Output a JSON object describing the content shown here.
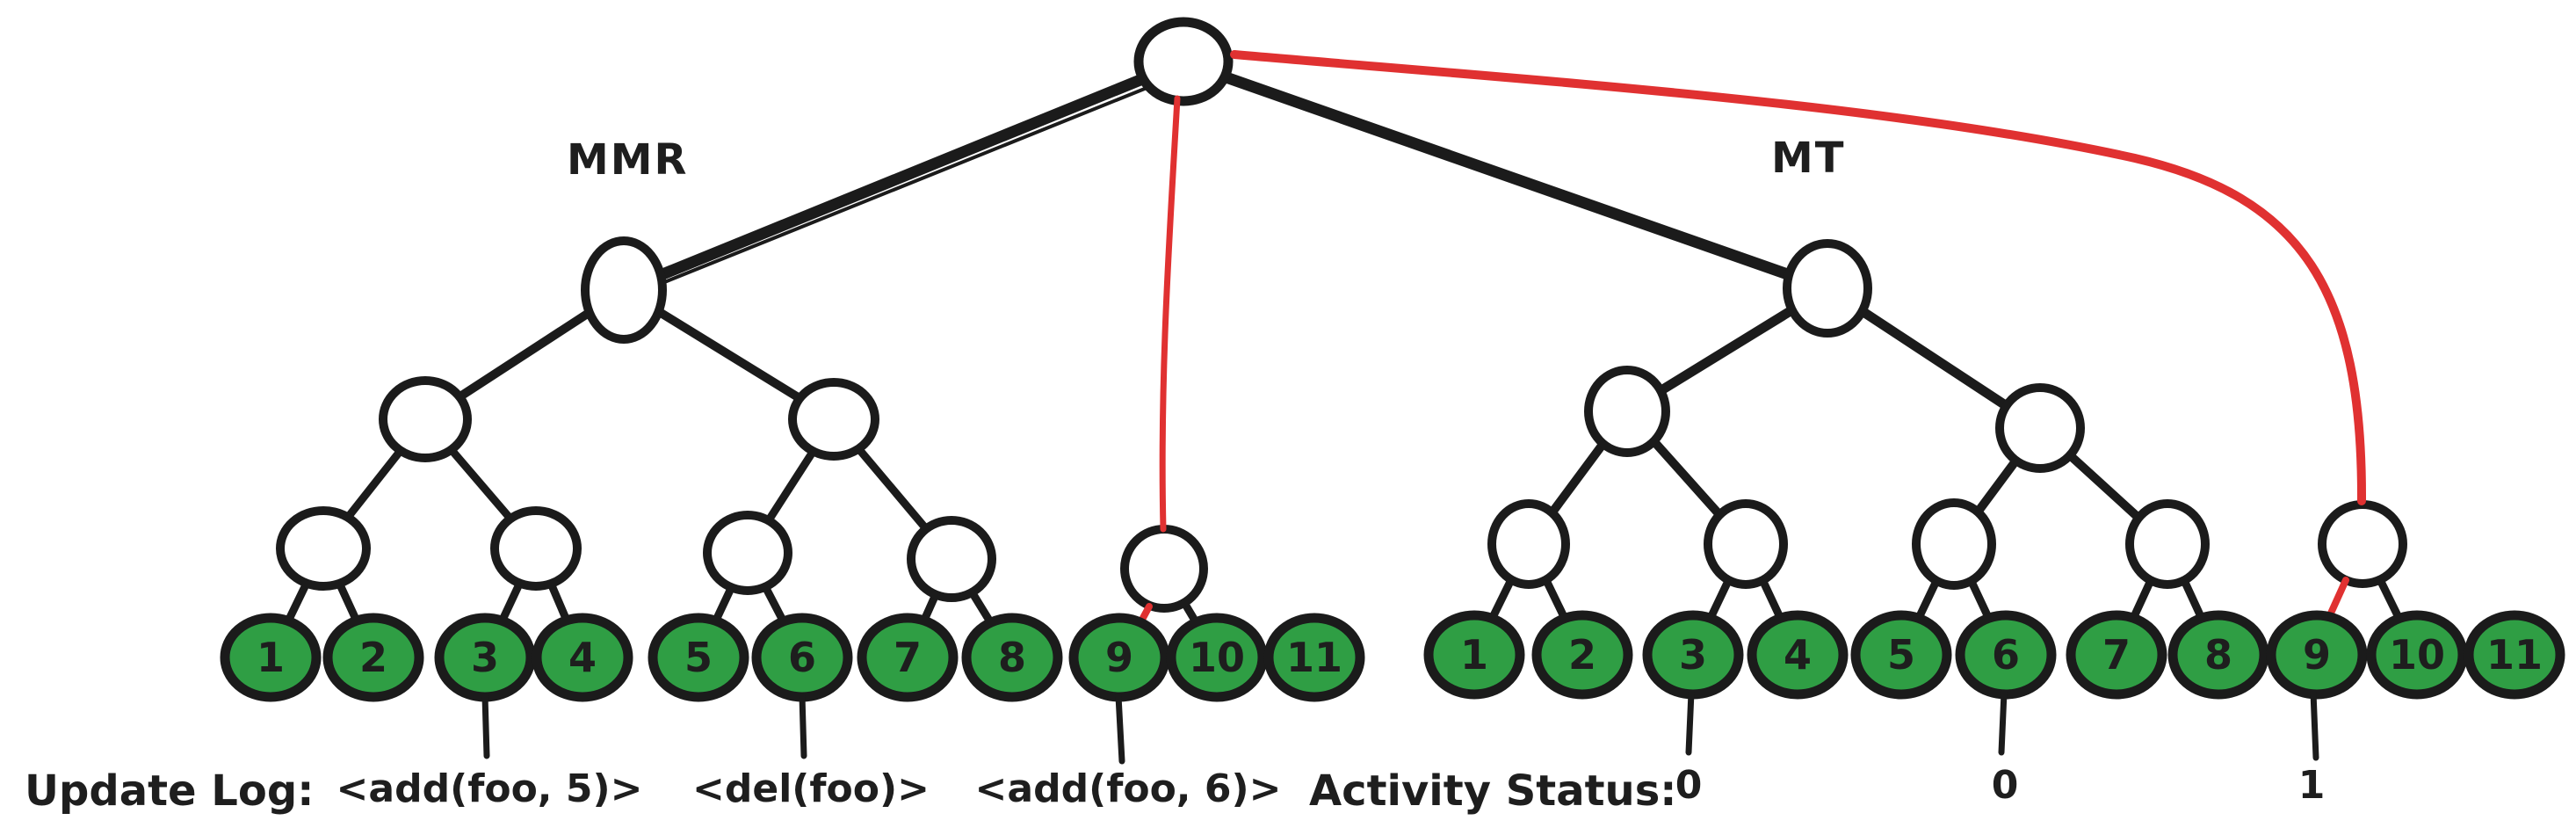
{
  "colors": {
    "ink": "#1b1b1b",
    "leaf_fill": "#2f9e44",
    "highlight_red": "#e03131",
    "background": "#ffffff"
  },
  "diagram": {
    "mmr": {
      "label": "MMR",
      "leaves": [
        "1",
        "2",
        "3",
        "4",
        "5",
        "6",
        "7",
        "8",
        "9",
        "10",
        "11"
      ],
      "highlighted_leaf": "9"
    },
    "mt": {
      "label": "MT",
      "leaves": [
        "1",
        "2",
        "3",
        "4",
        "5",
        "6",
        "7",
        "8",
        "9",
        "10",
        "11"
      ],
      "highlighted_leaf": "9"
    },
    "update_log": {
      "label": "Update Log:",
      "entries": [
        "<add(foo, 5)>",
        "<del(foo)>",
        "<add(foo, 6)>"
      ]
    },
    "activity_status": {
      "label": "Activity Status:",
      "values": [
        "0",
        "0",
        "1"
      ]
    }
  }
}
